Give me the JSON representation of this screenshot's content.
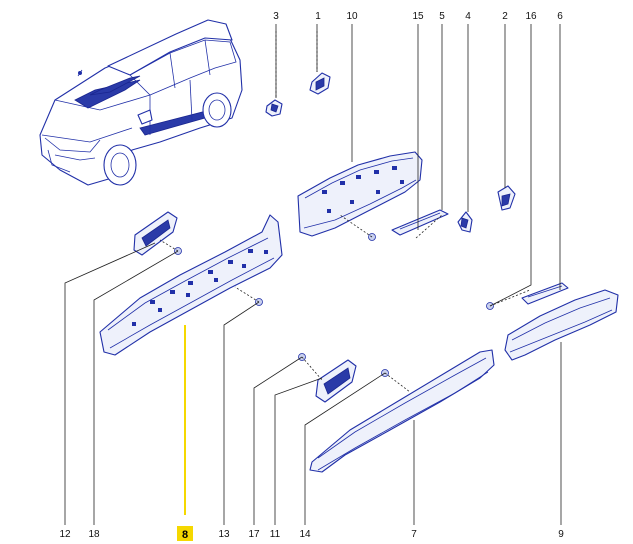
{
  "callouts_top": [
    "3",
    "1",
    "10",
    "15",
    "5",
    "4",
    "2",
    "16",
    "6"
  ],
  "callouts_bottom": [
    "12",
    "18",
    "8",
    "13",
    "17",
    "11",
    "14",
    "7",
    "9"
  ],
  "highlighted_callout": "8",
  "colors": {
    "line_art": "#2130a8",
    "highlight": "#f5d800",
    "text": "#111111"
  }
}
